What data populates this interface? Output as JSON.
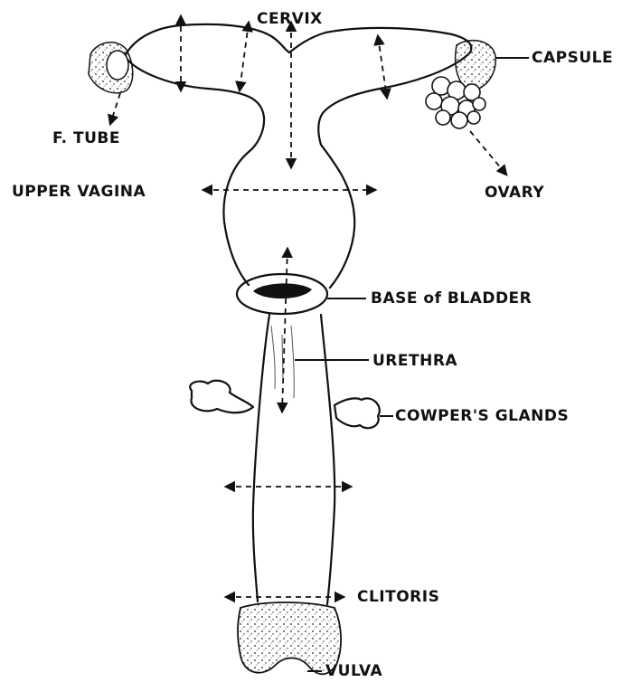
{
  "labels": {
    "cervix": "CERVIX",
    "capsule": "CAPSULE",
    "f_tube": "F. TUBE",
    "upper_vagina": "UPPER VAGINA",
    "ovary": "OVARY",
    "base_of_bladder": "BASE of BLADDER",
    "urethra": "URETHRA",
    "cowpers_glands": "COWPER'S GLANDS",
    "clitoris": "CLITORIS",
    "vulva": "VULVA"
  }
}
